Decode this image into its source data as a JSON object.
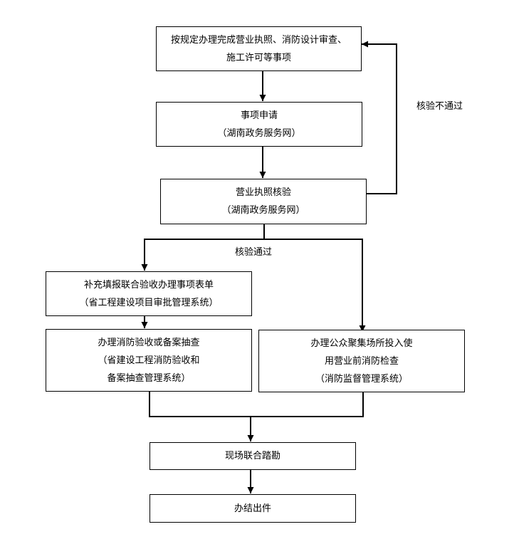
{
  "nodes": {
    "prerequisite": {
      "line1": "按规定办理完成营业执照、消防设计审查、",
      "line2": "施工许可等事项"
    },
    "application": {
      "line1": "事项申请",
      "line2": "（湖南政务服务网）"
    },
    "license_check": {
      "line1": "营业执照核验",
      "line2": "（湖南政务服务网）"
    },
    "supplement_form": {
      "line1": "补充填报联合验收办理事项表单",
      "line2": "（省工程建设项目审批管理系统）"
    },
    "fire_acceptance": {
      "line1": "办理消防验收或备案抽查",
      "line2": "（省建设工程消防验收和",
      "line3": "备案抽查管理系统）"
    },
    "pre_opening_inspection": {
      "line1": "办理公众聚集场所投入使",
      "line2": "用营业前消防检查",
      "line3": "（消防监督管理系统）"
    },
    "site_survey": {
      "line1": "现场联合踏勘"
    },
    "completion": {
      "line1": "办结出件"
    }
  },
  "edge_labels": {
    "verify_fail": "核验不通过",
    "verify_pass": "核验通过"
  },
  "colors": {
    "line": "#000000",
    "box_border": "#000000",
    "background": "#ffffff"
  }
}
